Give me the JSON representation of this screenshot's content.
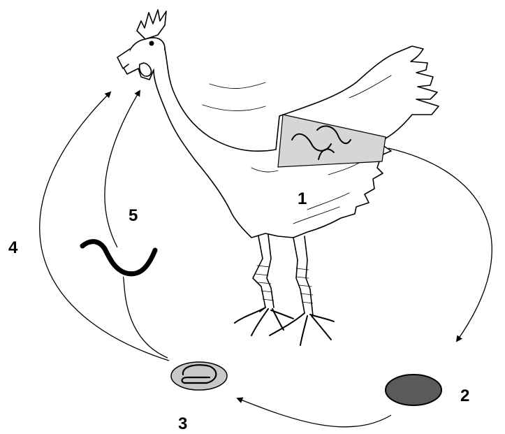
{
  "diagram": {
    "labels": {
      "stage_1": "1",
      "stage_2": "2",
      "stage_3": "3",
      "stage_4": "4",
      "stage_5": "5"
    }
  },
  "colors": {
    "line": "#000000",
    "intestine_patch": "#d6d6d6",
    "egg_dark": "#5a5a5a",
    "egg_light": "#c8c8c8",
    "background": "#ffffff"
  },
  "icons": {
    "host": "chicken-icon",
    "adult_worms": "worm-icon",
    "egg_in_feces": "egg-icon",
    "embryonated_egg": "embryonated-egg-icon",
    "larva": "larva-icon"
  }
}
